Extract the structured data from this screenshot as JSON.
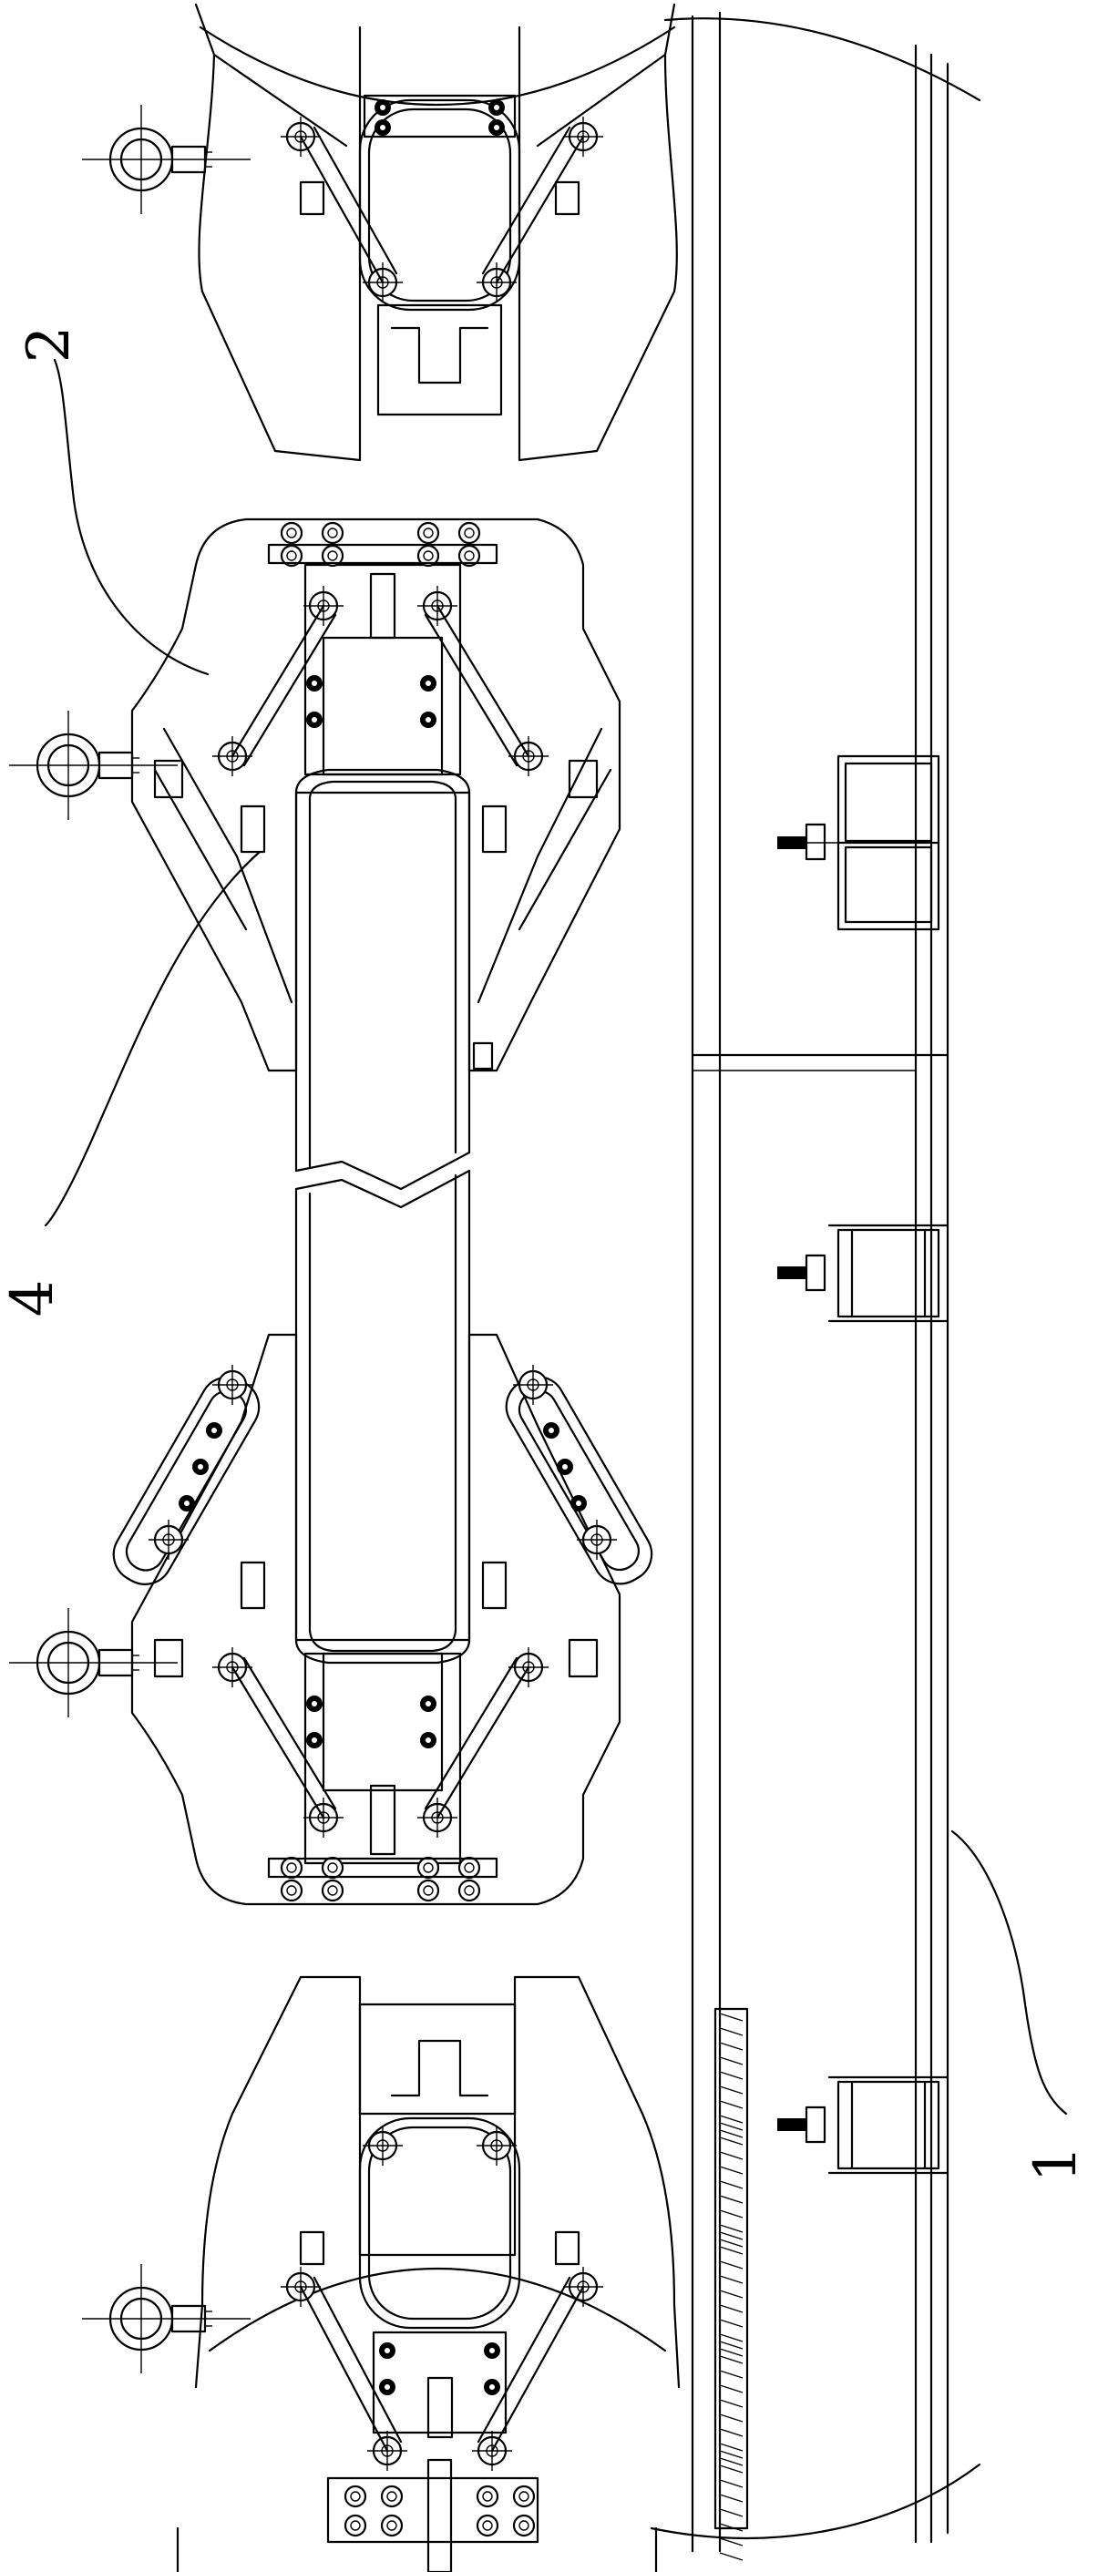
{
  "callouts": {
    "c1": {
      "label": "1"
    },
    "c2": {
      "label": "2"
    },
    "c4": {
      "label": "4"
    }
  },
  "colors": {
    "ink": "#000000",
    "paper": "#ffffff"
  }
}
